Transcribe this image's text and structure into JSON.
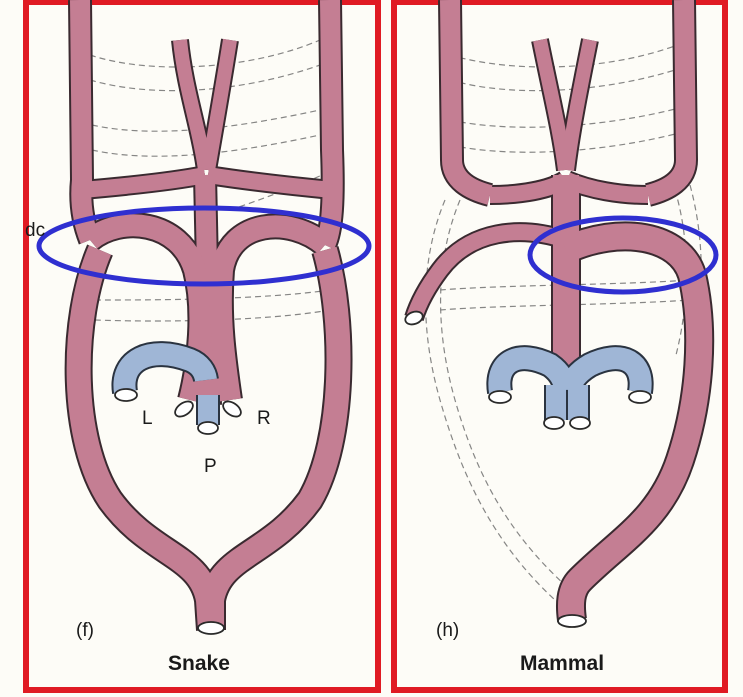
{
  "colors": {
    "frame": "#e01b24",
    "vessel": "#c47e93",
    "vessel_outline": "#3a2a30",
    "pulmonary": "#9fb6d6",
    "highlight_ellipse": "#2f2fd0",
    "background": "#fdfcf7"
  },
  "panels": [
    {
      "tag": "(f)",
      "caption": "Snake",
      "labels": {
        "dc": "dc",
        "left": "L",
        "right": "R",
        "pulmonary": "P"
      }
    },
    {
      "tag": "(h)",
      "caption": "Mammal"
    }
  ]
}
